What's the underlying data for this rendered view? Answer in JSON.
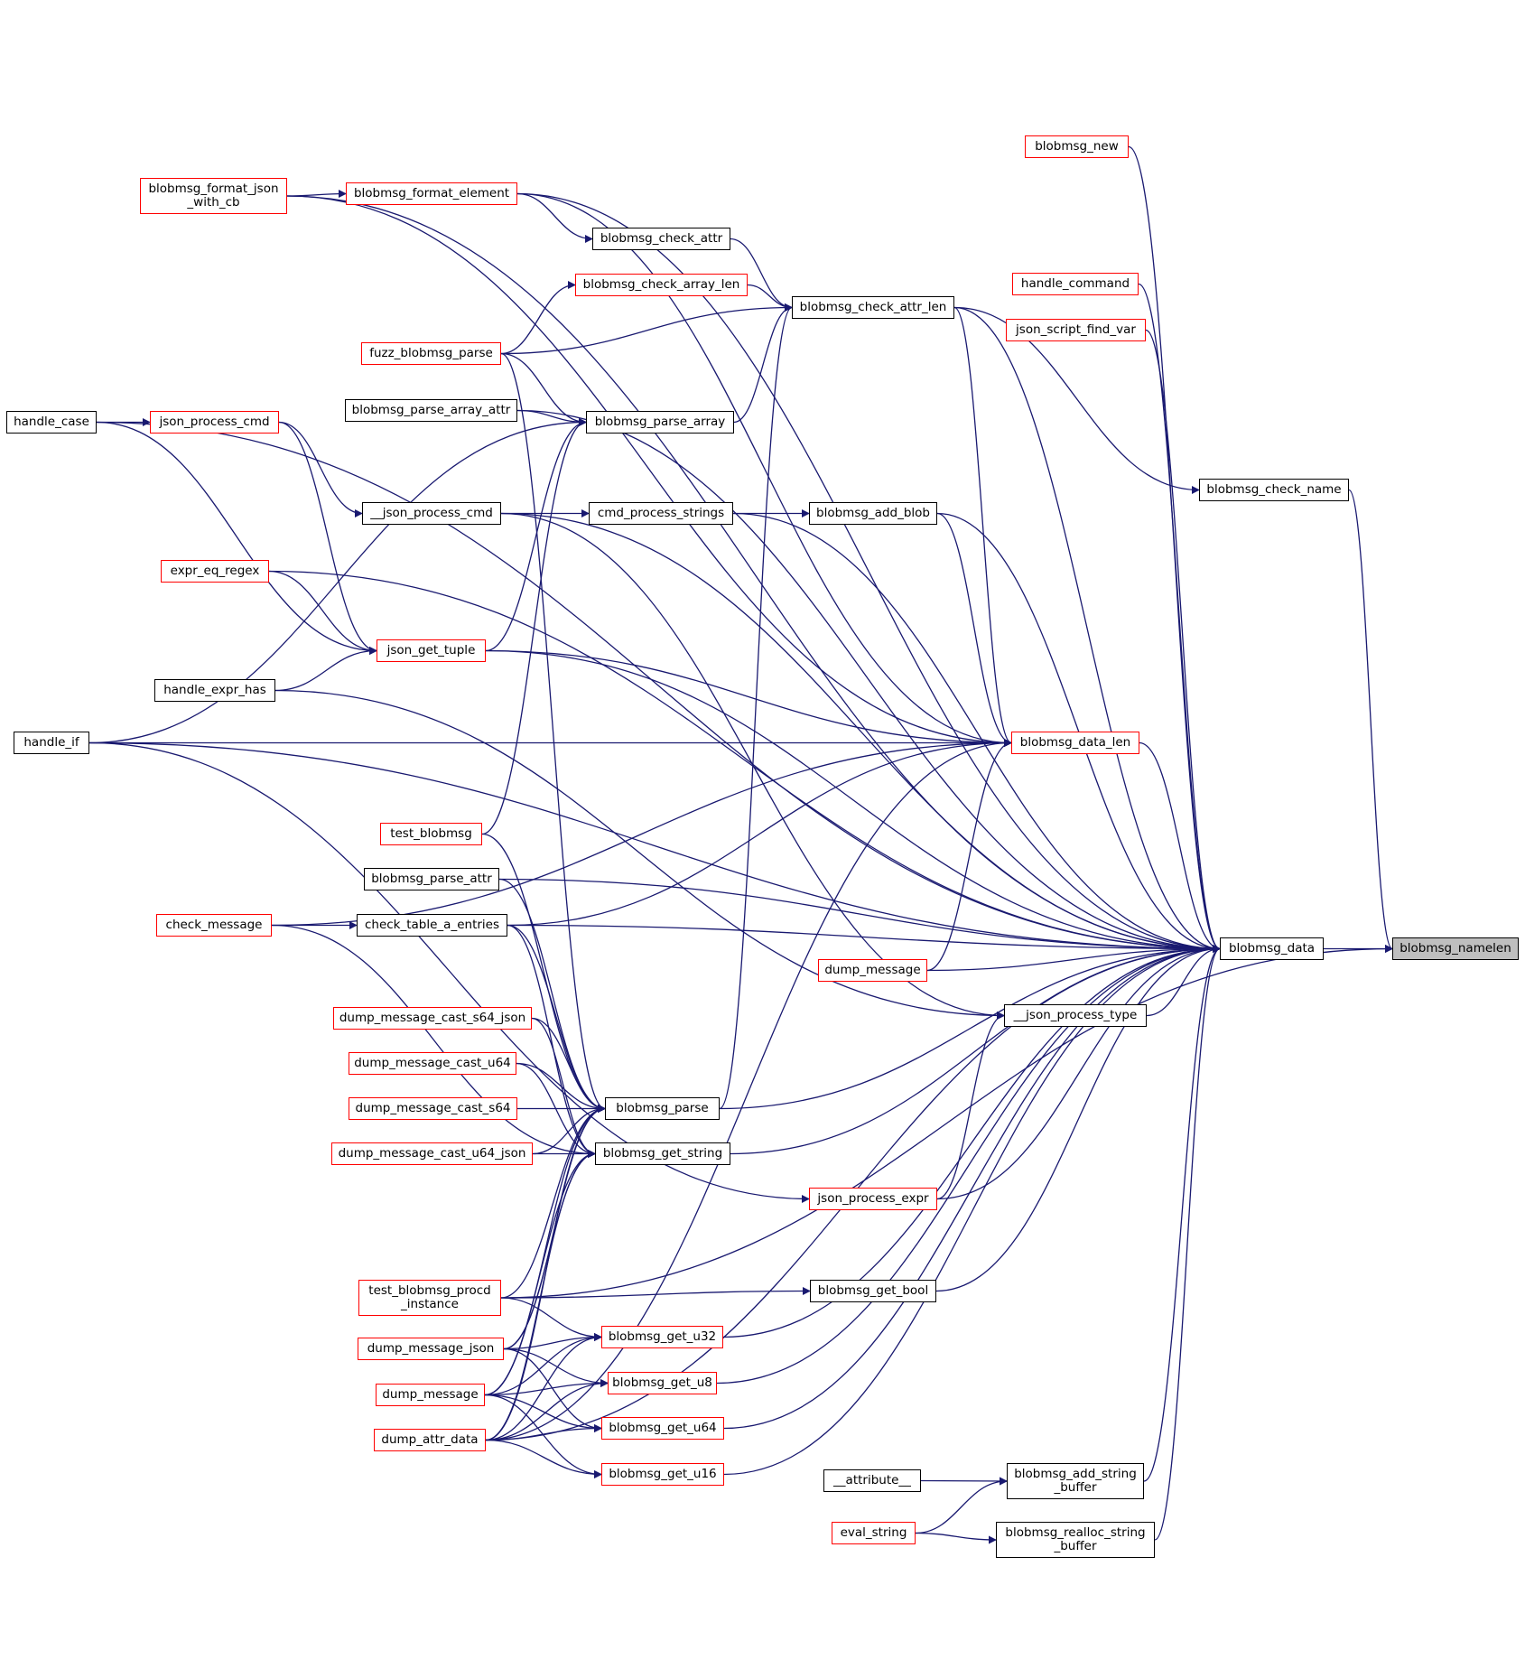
{
  "graph": {
    "edge_color": "#191970",
    "colors": {
      "default_border": "#000000",
      "incomplete_border": "#ff0000",
      "current_fill": "#bfbfbf"
    },
    "nodes": [
      {
        "id": "blobmsg_namelen",
        "label": "blobmsg_namelen",
        "style": "current"
      },
      {
        "id": "blobmsg_data",
        "label": "blobmsg_data",
        "style": "black"
      },
      {
        "id": "blobmsg_check_name",
        "label": "blobmsg_check_name",
        "style": "black"
      },
      {
        "id": "blobmsg_new",
        "label": "blobmsg_new",
        "style": "red"
      },
      {
        "id": "handle_command",
        "label": "handle_command",
        "style": "red"
      },
      {
        "id": "json_script_find_var",
        "label": "json_script_find_var",
        "style": "red"
      },
      {
        "id": "blobmsg_data_len",
        "label": "blobmsg_data_len",
        "style": "red"
      },
      {
        "id": "dump_message_1",
        "label": "dump_message",
        "style": "red"
      },
      {
        "id": "__json_process_type",
        "label": "__json_process_type",
        "style": "black"
      },
      {
        "id": "json_process_expr",
        "label": "json_process_expr",
        "style": "red"
      },
      {
        "id": "blobmsg_get_bool",
        "label": "blobmsg_get_bool",
        "style": "black"
      },
      {
        "id": "blobmsg_add_string_buffer",
        "label": "blobmsg_add_string\n_buffer",
        "style": "black"
      },
      {
        "id": "blobmsg_realloc_string_buffer",
        "label": "blobmsg_realloc_string\n_buffer",
        "style": "black"
      },
      {
        "id": "__attribute__",
        "label": "__attribute__",
        "style": "black"
      },
      {
        "id": "eval_string",
        "label": "eval_string",
        "style": "red"
      },
      {
        "id": "blobmsg_check_attr_len",
        "label": "blobmsg_check_attr_len",
        "style": "black"
      },
      {
        "id": "blobmsg_add_blob",
        "label": "blobmsg_add_blob",
        "style": "black"
      },
      {
        "id": "blobmsg_check_attr",
        "label": "blobmsg_check_attr",
        "style": "black"
      },
      {
        "id": "blobmsg_check_array_len",
        "label": "blobmsg_check_array_len",
        "style": "red"
      },
      {
        "id": "blobmsg_format_element",
        "label": "blobmsg_format_element",
        "style": "red"
      },
      {
        "id": "blobmsg_format_json_with_cb",
        "label": "blobmsg_format_json\n_with_cb",
        "style": "red"
      },
      {
        "id": "fuzz_blobmsg_parse",
        "label": "fuzz_blobmsg_parse",
        "style": "red"
      },
      {
        "id": "blobmsg_parse_array_attr",
        "label": "blobmsg_parse_array_attr",
        "style": "black"
      },
      {
        "id": "blobmsg_parse_array",
        "label": "blobmsg_parse_array",
        "style": "black"
      },
      {
        "id": "json_process_cmd",
        "label": "json_process_cmd",
        "style": "red"
      },
      {
        "id": "handle_case",
        "label": "handle_case",
        "style": "black"
      },
      {
        "id": "__json_process_cmd",
        "label": "__json_process_cmd",
        "style": "black"
      },
      {
        "id": "cmd_process_strings",
        "label": "cmd_process_strings",
        "style": "black"
      },
      {
        "id": "expr_eq_regex",
        "label": "expr_eq_regex",
        "style": "red"
      },
      {
        "id": "json_get_tuple",
        "label": "json_get_tuple",
        "style": "red"
      },
      {
        "id": "handle_expr_has",
        "label": "handle_expr_has",
        "style": "black"
      },
      {
        "id": "handle_if",
        "label": "handle_if",
        "style": "black"
      },
      {
        "id": "test_blobmsg",
        "label": "test_blobmsg",
        "style": "red"
      },
      {
        "id": "blobmsg_parse_attr",
        "label": "blobmsg_parse_attr",
        "style": "black"
      },
      {
        "id": "check_table_a_entries",
        "label": "check_table_a_entries",
        "style": "black"
      },
      {
        "id": "check_message",
        "label": "check_message",
        "style": "red"
      },
      {
        "id": "dump_message_cast_s64_json",
        "label": "dump_message_cast_s64_json",
        "style": "red"
      },
      {
        "id": "dump_message_cast_u64",
        "label": "dump_message_cast_u64",
        "style": "red"
      },
      {
        "id": "dump_message_cast_s64",
        "label": "dump_message_cast_s64",
        "style": "red"
      },
      {
        "id": "dump_message_cast_u64_json",
        "label": "dump_message_cast_u64_json",
        "style": "red"
      },
      {
        "id": "blobmsg_parse",
        "label": "blobmsg_parse",
        "style": "black"
      },
      {
        "id": "blobmsg_get_string",
        "label": "blobmsg_get_string",
        "style": "black"
      },
      {
        "id": "test_blobmsg_procd_instance",
        "label": "test_blobmsg_procd\n_instance",
        "style": "red"
      },
      {
        "id": "dump_message_json",
        "label": "dump_message_json",
        "style": "red"
      },
      {
        "id": "dump_message_2",
        "label": "dump_message",
        "style": "red"
      },
      {
        "id": "dump_attr_data",
        "label": "dump_attr_data",
        "style": "red"
      },
      {
        "id": "blobmsg_get_u32",
        "label": "blobmsg_get_u32",
        "style": "red"
      },
      {
        "id": "blobmsg_get_u8",
        "label": "blobmsg_get_u8",
        "style": "red"
      },
      {
        "id": "blobmsg_get_u64",
        "label": "blobmsg_get_u64",
        "style": "red"
      },
      {
        "id": "blobmsg_get_u16",
        "label": "blobmsg_get_u16",
        "style": "red"
      }
    ],
    "edges": [
      {
        "from": "blobmsg_namelen",
        "to": "blobmsg_data"
      },
      {
        "from": "blobmsg_namelen",
        "to": "blobmsg_check_name"
      },
      {
        "from": "blobmsg_namelen",
        "to": "test_blobmsg_procd_instance"
      },
      {
        "from": "blobmsg_check_name",
        "to": "blobmsg_check_attr_len"
      },
      {
        "from": "blobmsg_data",
        "to": "blobmsg_new"
      },
      {
        "from": "blobmsg_data",
        "to": "handle_command"
      },
      {
        "from": "blobmsg_data",
        "to": "json_script_find_var"
      },
      {
        "from": "blobmsg_data",
        "to": "blobmsg_data_len"
      },
      {
        "from": "blobmsg_data",
        "to": "dump_message_1"
      },
      {
        "from": "blobmsg_data",
        "to": "__json_process_type"
      },
      {
        "from": "blobmsg_data",
        "to": "json_process_expr"
      },
      {
        "from": "blobmsg_data",
        "to": "blobmsg_get_bool"
      },
      {
        "from": "blobmsg_data",
        "to": "blobmsg_add_string_buffer"
      },
      {
        "from": "blobmsg_data",
        "to": "blobmsg_realloc_string_buffer"
      },
      {
        "from": "blobmsg_data",
        "to": "blobmsg_check_attr_len"
      },
      {
        "from": "blobmsg_data",
        "to": "blobmsg_add_blob"
      },
      {
        "from": "blobmsg_data",
        "to": "blobmsg_format_element"
      },
      {
        "from": "blobmsg_data",
        "to": "blobmsg_format_json_with_cb"
      },
      {
        "from": "blobmsg_data",
        "to": "handle_case"
      },
      {
        "from": "blobmsg_data",
        "to": "blobmsg_parse_array_attr"
      },
      {
        "from": "blobmsg_data",
        "to": "__json_process_cmd"
      },
      {
        "from": "blobmsg_data",
        "to": "cmd_process_strings"
      },
      {
        "from": "blobmsg_data",
        "to": "expr_eq_regex"
      },
      {
        "from": "blobmsg_data",
        "to": "json_get_tuple"
      },
      {
        "from": "blobmsg_data",
        "to": "handle_if"
      },
      {
        "from": "blobmsg_data",
        "to": "blobmsg_parse_attr"
      },
      {
        "from": "blobmsg_data",
        "to": "check_table_a_entries"
      },
      {
        "from": "blobmsg_data",
        "to": "blobmsg_get_string"
      },
      {
        "from": "blobmsg_data",
        "to": "blobmsg_parse"
      },
      {
        "from": "blobmsg_data",
        "to": "blobmsg_get_u32"
      },
      {
        "from": "blobmsg_data",
        "to": "blobmsg_get_u8"
      },
      {
        "from": "blobmsg_data",
        "to": "blobmsg_get_u64"
      },
      {
        "from": "blobmsg_data",
        "to": "blobmsg_get_u16"
      },
      {
        "from": "blobmsg_data",
        "to": "dump_attr_data"
      },
      {
        "from": "blobmsg_data_len",
        "to": "blobmsg_check_attr_len"
      },
      {
        "from": "blobmsg_data_len",
        "to": "blobmsg_add_blob"
      },
      {
        "from": "blobmsg_data_len",
        "to": "blobmsg_format_element"
      },
      {
        "from": "blobmsg_data_len",
        "to": "json_get_tuple"
      },
      {
        "from": "blobmsg_data_len",
        "to": "handle_if"
      },
      {
        "from": "blobmsg_data_len",
        "to": "check_message"
      },
      {
        "from": "blobmsg_data_len",
        "to": "check_table_a_entries"
      },
      {
        "from": "blobmsg_data_len",
        "to": "dump_message_1"
      },
      {
        "from": "blobmsg_data_len",
        "to": "dump_attr_data"
      },
      {
        "from": "blobmsg_data_len",
        "to": "blobmsg_format_json_with_cb"
      },
      {
        "from": "__json_process_type",
        "to": "handle_expr_has"
      },
      {
        "from": "__json_process_type",
        "to": "__json_process_cmd"
      },
      {
        "from": "__json_process_type",
        "to": "json_process_expr"
      },
      {
        "from": "json_process_expr",
        "to": "handle_if"
      },
      {
        "from": "blobmsg_get_bool",
        "to": "test_blobmsg_procd_instance"
      },
      {
        "from": "blobmsg_add_string_buffer",
        "to": "__attribute__"
      },
      {
        "from": "blobmsg_add_string_buffer",
        "to": "eval_string"
      },
      {
        "from": "blobmsg_realloc_string_buffer",
        "to": "eval_string"
      },
      {
        "from": "blobmsg_check_attr_len",
        "to": "blobmsg_check_attr"
      },
      {
        "from": "blobmsg_check_attr_len",
        "to": "blobmsg_check_array_len"
      },
      {
        "from": "blobmsg_check_attr_len",
        "to": "fuzz_blobmsg_parse"
      },
      {
        "from": "blobmsg_check_attr_len",
        "to": "blobmsg_parse_array"
      },
      {
        "from": "blobmsg_check_attr_len",
        "to": "blobmsg_parse"
      },
      {
        "from": "blobmsg_check_attr",
        "to": "blobmsg_format_element"
      },
      {
        "from": "blobmsg_check_array_len",
        "to": "fuzz_blobmsg_parse"
      },
      {
        "from": "blobmsg_format_element",
        "to": "blobmsg_format_json_with_cb"
      },
      {
        "from": "blobmsg_add_blob",
        "to": "cmd_process_strings"
      },
      {
        "from": "cmd_process_strings",
        "to": "__json_process_cmd"
      },
      {
        "from": "__json_process_cmd",
        "to": "json_process_cmd"
      },
      {
        "from": "json_process_cmd",
        "to": "handle_case"
      },
      {
        "from": "blobmsg_parse_array",
        "to": "blobmsg_parse_array_attr"
      },
      {
        "from": "blobmsg_parse_array",
        "to": "fuzz_blobmsg_parse"
      },
      {
        "from": "blobmsg_parse_array",
        "to": "json_get_tuple"
      },
      {
        "from": "blobmsg_parse_array",
        "to": "test_blobmsg"
      },
      {
        "from": "blobmsg_parse_array",
        "to": "handle_if"
      },
      {
        "from": "json_get_tuple",
        "to": "expr_eq_regex"
      },
      {
        "from": "json_get_tuple",
        "to": "handle_expr_has"
      },
      {
        "from": "json_get_tuple",
        "to": "handle_case"
      },
      {
        "from": "json_get_tuple",
        "to": "json_process_cmd"
      },
      {
        "from": "check_table_a_entries",
        "to": "check_message"
      },
      {
        "from": "blobmsg_parse",
        "to": "fuzz_blobmsg_parse"
      },
      {
        "from": "blobmsg_parse",
        "to": "test_blobmsg"
      },
      {
        "from": "blobmsg_parse",
        "to": "blobmsg_parse_attr"
      },
      {
        "from": "blobmsg_parse",
        "to": "check_table_a_entries"
      },
      {
        "from": "blobmsg_parse",
        "to": "dump_message_cast_s64_json"
      },
      {
        "from": "blobmsg_parse",
        "to": "dump_message_cast_u64"
      },
      {
        "from": "blobmsg_parse",
        "to": "dump_message_cast_s64"
      },
      {
        "from": "blobmsg_parse",
        "to": "dump_message_cast_u64_json"
      },
      {
        "from": "blobmsg_parse",
        "to": "test_blobmsg_procd_instance"
      },
      {
        "from": "blobmsg_parse",
        "to": "dump_message_json"
      },
      {
        "from": "blobmsg_parse",
        "to": "dump_message_2"
      },
      {
        "from": "blobmsg_parse",
        "to": "dump_attr_data"
      },
      {
        "from": "blobmsg_get_string",
        "to": "dump_message_cast_u64_json"
      },
      {
        "from": "blobmsg_get_string",
        "to": "check_message"
      },
      {
        "from": "blobmsg_get_string",
        "to": "check_table_a_entries"
      },
      {
        "from": "blobmsg_get_string",
        "to": "dump_message_cast_s64_json"
      },
      {
        "from": "blobmsg_get_string",
        "to": "dump_message_cast_u64"
      },
      {
        "from": "blobmsg_get_string",
        "to": "dump_message_json"
      },
      {
        "from": "blobmsg_get_string",
        "to": "dump_message_2"
      },
      {
        "from": "blobmsg_get_string",
        "to": "dump_attr_data"
      },
      {
        "from": "blobmsg_get_u32",
        "to": "test_blobmsg_procd_instance"
      },
      {
        "from": "blobmsg_get_u32",
        "to": "dump_message_json"
      },
      {
        "from": "blobmsg_get_u32",
        "to": "dump_message_2"
      },
      {
        "from": "blobmsg_get_u32",
        "to": "dump_attr_data"
      },
      {
        "from": "blobmsg_get_u8",
        "to": "dump_message_json"
      },
      {
        "from": "blobmsg_get_u8",
        "to": "dump_message_2"
      },
      {
        "from": "blobmsg_get_u8",
        "to": "dump_attr_data"
      },
      {
        "from": "blobmsg_get_u64",
        "to": "dump_message_json"
      },
      {
        "from": "blobmsg_get_u64",
        "to": "dump_message_2"
      },
      {
        "from": "blobmsg_get_u64",
        "to": "dump_attr_data"
      },
      {
        "from": "blobmsg_get_u16",
        "to": "dump_message_2"
      },
      {
        "from": "blobmsg_get_u16",
        "to": "dump_attr_data"
      }
    ]
  }
}
